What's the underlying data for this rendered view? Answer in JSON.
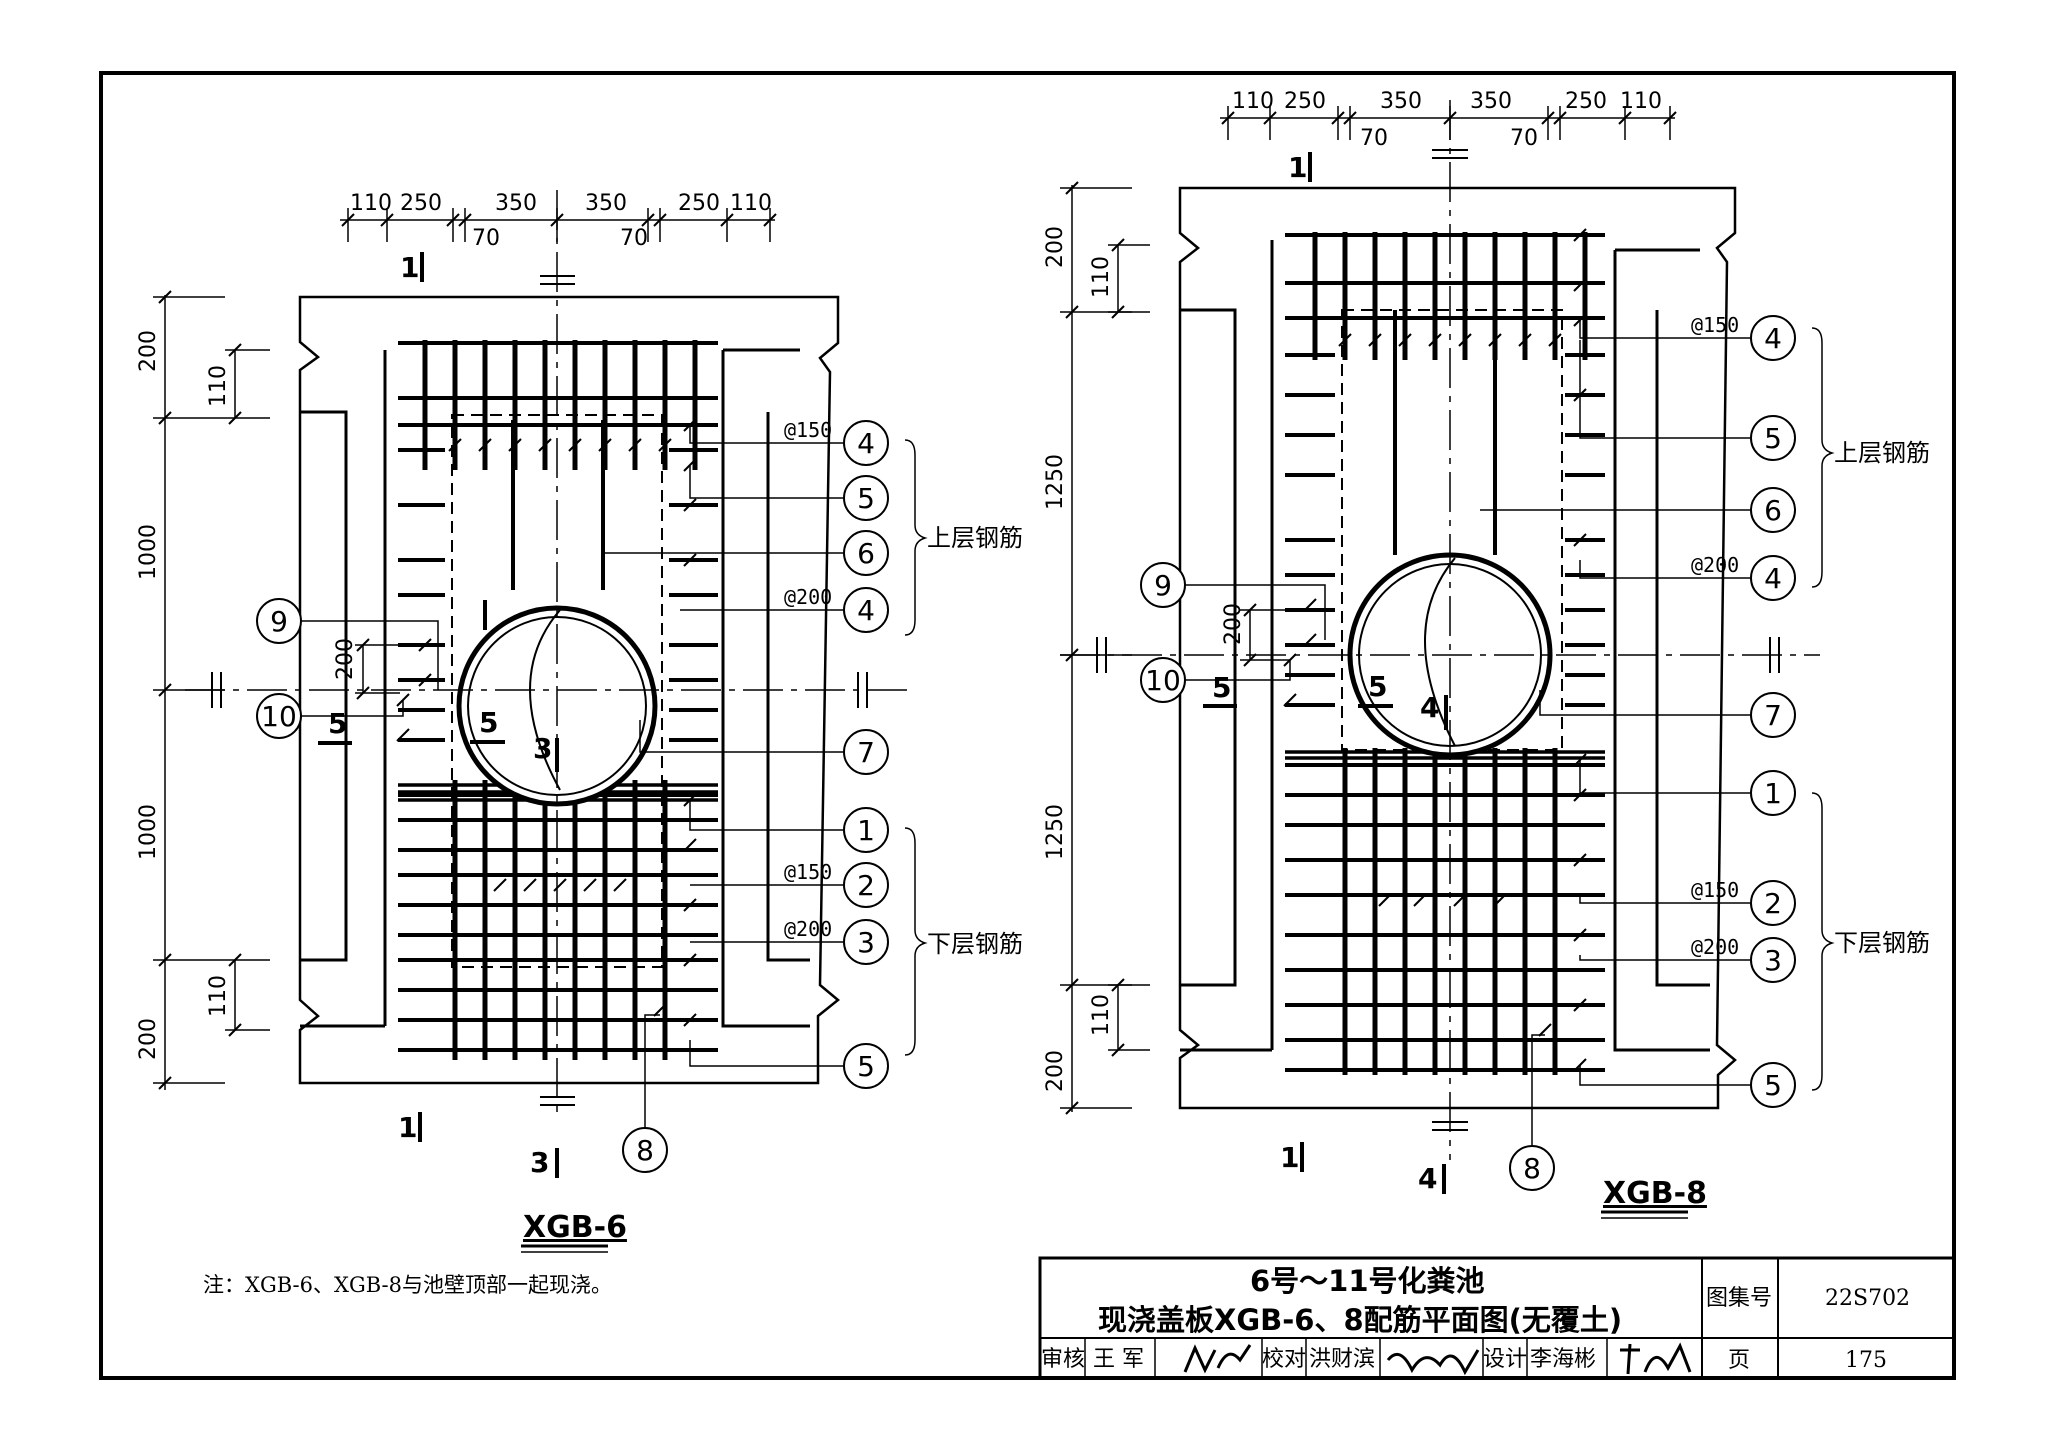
{
  "drawings": [
    {
      "title": "XGB-6",
      "top_dims": [
        "110",
        "250",
        "350",
        "350",
        "250",
        "110"
      ],
      "inner_dims": [
        "70",
        "70"
      ],
      "left_dims": [
        "200",
        "110",
        "1000",
        "200",
        "1000",
        "110",
        "200"
      ],
      "section_labels": [
        "1",
        "1",
        "3",
        "5",
        "5",
        "3"
      ],
      "upper_group_label": "上层钢筋",
      "lower_group_label": "下层钢筋",
      "upper_callouts": [
        {
          "num": "4",
          "spacing": "@150"
        },
        {
          "num": "5",
          "spacing": ""
        },
        {
          "num": "6",
          "spacing": ""
        },
        {
          "num": "4",
          "spacing": "@200"
        }
      ],
      "lower_callouts": [
        {
          "num": "1",
          "spacing": ""
        },
        {
          "num": "2",
          "spacing": "@150"
        },
        {
          "num": "3",
          "spacing": "@200"
        },
        {
          "num": "5",
          "spacing": ""
        }
      ],
      "other_callouts": [
        "7",
        "8",
        "9",
        "10"
      ]
    },
    {
      "title": "XGB-8",
      "top_dims": [
        "110",
        "250",
        "350",
        "350",
        "250",
        "110"
      ],
      "inner_dims": [
        "70",
        "70"
      ],
      "left_dims": [
        "200",
        "110",
        "1250",
        "200",
        "1250",
        "110",
        "200"
      ],
      "section_labels": [
        "1",
        "1",
        "4",
        "5",
        "5",
        "4"
      ],
      "upper_group_label": "上层钢筋",
      "lower_group_label": "下层钢筋",
      "upper_callouts": [
        {
          "num": "4",
          "spacing": "@150"
        },
        {
          "num": "5",
          "spacing": ""
        },
        {
          "num": "6",
          "spacing": ""
        },
        {
          "num": "4",
          "spacing": "@200"
        }
      ],
      "lower_callouts": [
        {
          "num": "1",
          "spacing": ""
        },
        {
          "num": "2",
          "spacing": "@150"
        },
        {
          "num": "3",
          "spacing": "@200"
        },
        {
          "num": "5",
          "spacing": ""
        }
      ],
      "other_callouts": [
        "7",
        "8",
        "9",
        "10"
      ]
    }
  ],
  "note": "注：XGB-6、XGB-8与池壁顶部一起现浇。",
  "title_block": {
    "line1": "6号～11号化粪池",
    "line2": "现浇盖板XGB-6、8配筋平面图(无覆土)",
    "atlas_label": "图集号",
    "atlas_value": "22S702",
    "page_label": "页",
    "page_value": "175",
    "review_label": "审核",
    "review_name": "王 军",
    "check_label": "校对",
    "check_name": "洪财滨",
    "design_label": "设计",
    "design_name": "李海彬"
  }
}
